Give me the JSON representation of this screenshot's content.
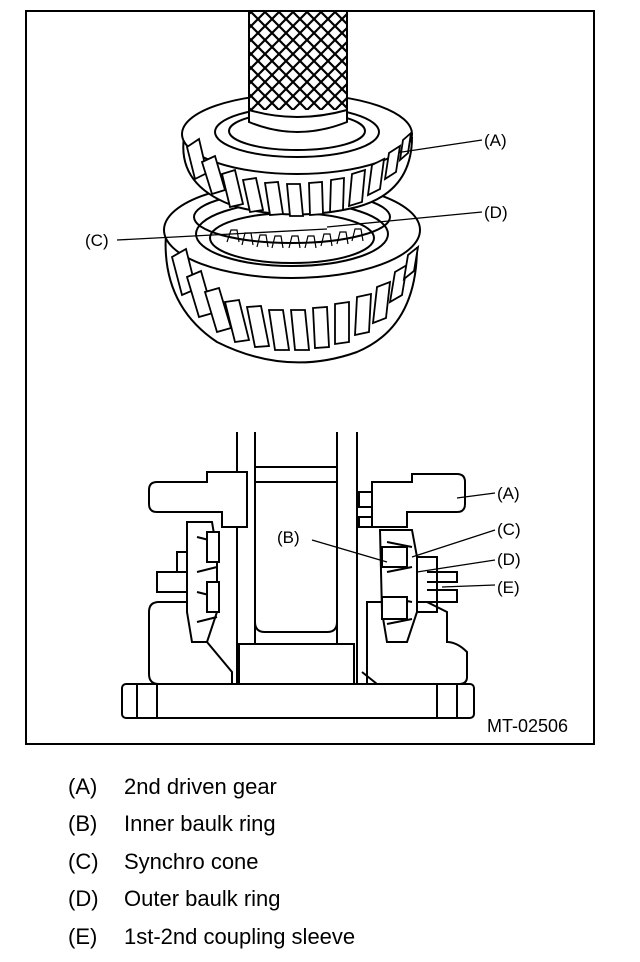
{
  "figure": {
    "id": "MT-02506",
    "callouts_upper": [
      "(A)",
      "(D)",
      "(C)"
    ],
    "callouts_lower": [
      "(A)",
      "(B)",
      "(C)",
      "(D)",
      "(E)"
    ]
  },
  "legend": [
    {
      "key": "(A)",
      "text": "2nd driven gear"
    },
    {
      "key": "(B)",
      "text": "Inner baulk ring"
    },
    {
      "key": "(C)",
      "text": "Synchro cone"
    },
    {
      "key": "(D)",
      "text": "Outer baulk ring"
    },
    {
      "key": "(E)",
      "text": "1st-2nd coupling sleeve"
    }
  ]
}
